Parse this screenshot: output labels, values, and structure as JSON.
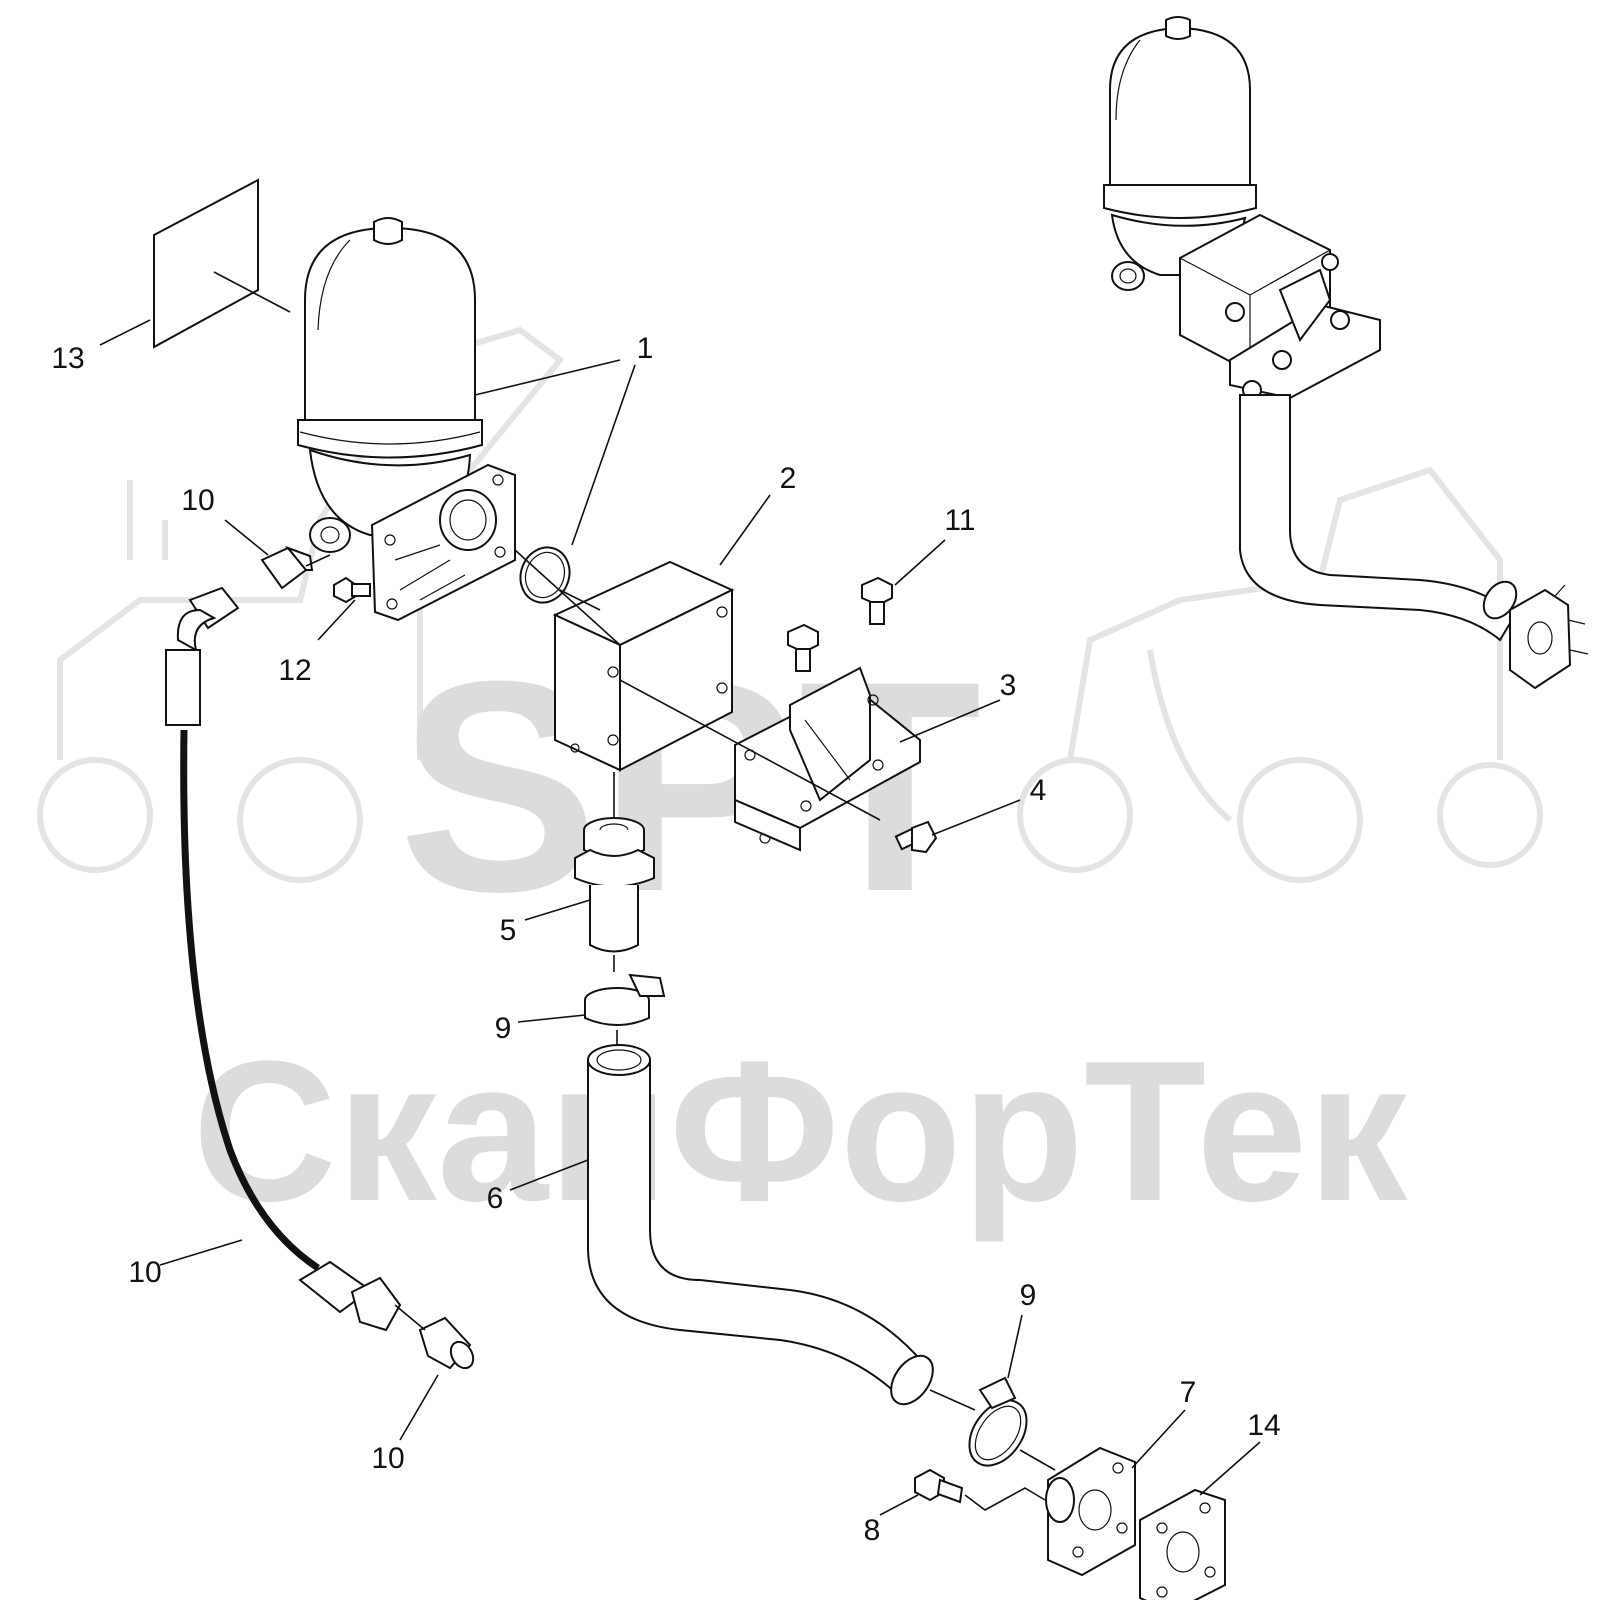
{
  "watermark": {
    "logo_text": "SPT",
    "company_text": "СканФорТек"
  },
  "callouts": [
    {
      "id": "c13",
      "label": "13"
    },
    {
      "id": "c1a",
      "label": "1"
    },
    {
      "id": "c1b",
      "label": "1"
    },
    {
      "id": "c2",
      "label": "2"
    },
    {
      "id": "c10a",
      "label": "10"
    },
    {
      "id": "c11",
      "label": "11"
    },
    {
      "id": "c12",
      "label": "12"
    },
    {
      "id": "c3",
      "label": "3"
    },
    {
      "id": "c4",
      "label": "4"
    },
    {
      "id": "c5",
      "label": "5"
    },
    {
      "id": "c9a",
      "label": "9"
    },
    {
      "id": "c6",
      "label": "6"
    },
    {
      "id": "c10b",
      "label": "10"
    },
    {
      "id": "c9b",
      "label": "9"
    },
    {
      "id": "c7",
      "label": "7"
    },
    {
      "id": "c14",
      "label": "14"
    },
    {
      "id": "c8",
      "label": "8"
    },
    {
      "id": "c10c",
      "label": "10"
    }
  ]
}
